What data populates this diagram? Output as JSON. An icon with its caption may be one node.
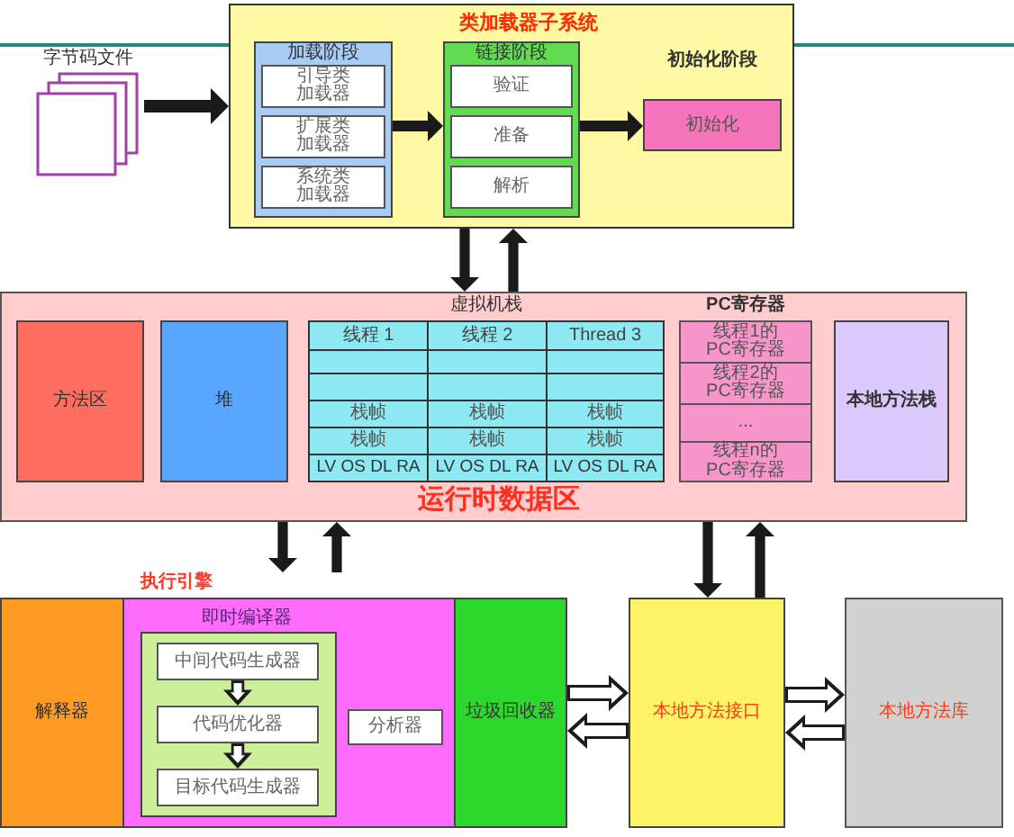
{
  "diagram": {
    "nodes": [
      {
        "text": [
          "字节码文件"
        ]
      },
      {
        "text": [
          "类加载器子系统"
        ]
      },
      {
        "text": [
          "加载阶段"
        ],
        "in": 1
      },
      {
        "text": [
          "引导类加载器"
        ],
        "in": 2
      },
      {
        "text": [
          "扩展类加载器"
        ],
        "in": 2
      },
      {
        "text": [
          "系统类加载器"
        ],
        "in": 2
      },
      {
        "text": [
          "链接阶段"
        ],
        "in": 1
      },
      {
        "text": [
          "验证"
        ],
        "in": 6
      },
      {
        "text": [
          "准备"
        ],
        "in": 6
      },
      {
        "text": [
          "解析"
        ],
        "in": 6
      },
      {
        "text": [
          "初始化"
        ],
        "in": 1,
        "beside": [
          "初始化阶段"
        ]
      },
      {
        "text": [
          "运行时数据区"
        ]
      },
      {
        "text": [
          "方法区"
        ],
        "in": 11
      },
      {
        "text": [
          "堆"
        ],
        "in": 11
      },
      {
        "text": [
          "虚拟机栈"
        ],
        "in": 11
      },
      {
        "text": [
          "线程 1",
          "栈帧",
          "栈帧",
          "LV OS DL RA"
        ],
        "in": 14
      },
      {
        "text": [
          "线程 2",
          "栈帧",
          "栈帧",
          "LV OS DL RA"
        ],
        "in": 14
      },
      {
        "text": [
          "Thread 3",
          "栈帧",
          "栈帧",
          "LV OS DL RA"
        ],
        "in": 14
      },
      {
        "text": [
          "PC寄存器"
        ],
        "in": 11
      },
      {
        "text": [
          "线程1的PC寄存器"
        ],
        "in": 18
      },
      {
        "text": [
          "线程2的PC寄存器"
        ],
        "in": 18
      },
      {
        "text": [
          "..."
        ],
        "in": 18
      },
      {
        "text": [
          "线程n的PC寄存器"
        ],
        "in": 18
      },
      {
        "text": [
          "本地方法栈"
        ],
        "in": 11
      },
      {
        "text": [
          "执行引擎"
        ]
      },
      {
        "text": [
          "解释器"
        ],
        "in": 24
      },
      {
        "text": [
          "即时编译器"
        ],
        "in": 24
      },
      {
        "text": [],
        "shape": "box",
        "in": 26
      },
      {
        "text": [
          "中间代码生成器"
        ],
        "in": 27
      },
      {
        "text": [
          "代码优化器"
        ],
        "in": 27
      },
      {
        "text": [
          "目标代码生成器"
        ],
        "in": 27
      },
      {
        "text": [
          "分析器"
        ],
        "in": 26
      },
      {
        "text": [
          "垃圾回收器"
        ],
        "in": 24
      },
      {
        "text": [
          "本地方法接口"
        ]
      },
      {
        "text": [
          "本地方法库"
        ]
      }
    ],
    "edges": [
      {
        "from": 0,
        "to": 1,
        "arrow": "to"
      },
      {
        "from": 2,
        "to": 6,
        "arrow": "to"
      },
      {
        "from": 6,
        "to": 10,
        "arrow": "to"
      },
      {
        "from": 1,
        "to": 11,
        "arrow": "to"
      },
      {
        "from": 11,
        "to": 1,
        "arrow": "to"
      },
      {
        "from": 11,
        "to": 24,
        "arrow": "to"
      },
      {
        "from": 24,
        "to": 11,
        "arrow": "to"
      },
      {
        "from": 11,
        "to": 33,
        "arrow": "to"
      },
      {
        "from": 33,
        "to": 11,
        "arrow": "to"
      },
      {
        "from": 28,
        "to": 29,
        "arrow": "to"
      },
      {
        "from": 29,
        "to": 30,
        "arrow": "to"
      },
      {
        "from": 32,
        "to": 33,
        "arrow": "to"
      },
      {
        "from": 33,
        "to": 32,
        "arrow": "to"
      },
      {
        "from": 33,
        "to": 34,
        "arrow": "to"
      },
      {
        "from": 34,
        "to": 33,
        "arrow": "to"
      }
    ]
  }
}
